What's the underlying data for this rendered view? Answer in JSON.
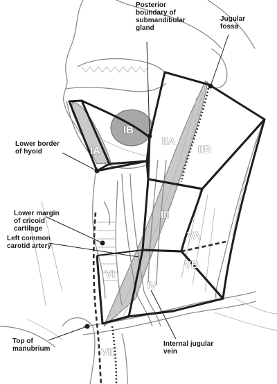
{
  "labels": {
    "posterior_boundary": [
      "Posterior",
      "boundary of",
      "submandibular",
      "gland"
    ],
    "jugular_fossa": [
      "Jugular",
      "fossa"
    ],
    "lower_border_hyoid": [
      "Lower border",
      "of hyoid"
    ],
    "lower_margin_cricoid": [
      "Lower margin",
      "of cricoid",
      "cartilage"
    ],
    "left_common_carotid": [
      "Left common",
      "carotid artery"
    ],
    "top_of_manubrium": [
      "Top of",
      "manubrium"
    ],
    "internal_jugular_vein": [
      "Internal jugular",
      "vein"
    ]
  },
  "levels": [
    "IA",
    "IB",
    "IIA",
    "IIB",
    "III",
    "VA",
    "VB",
    "IV",
    "VI",
    "VII"
  ]
}
